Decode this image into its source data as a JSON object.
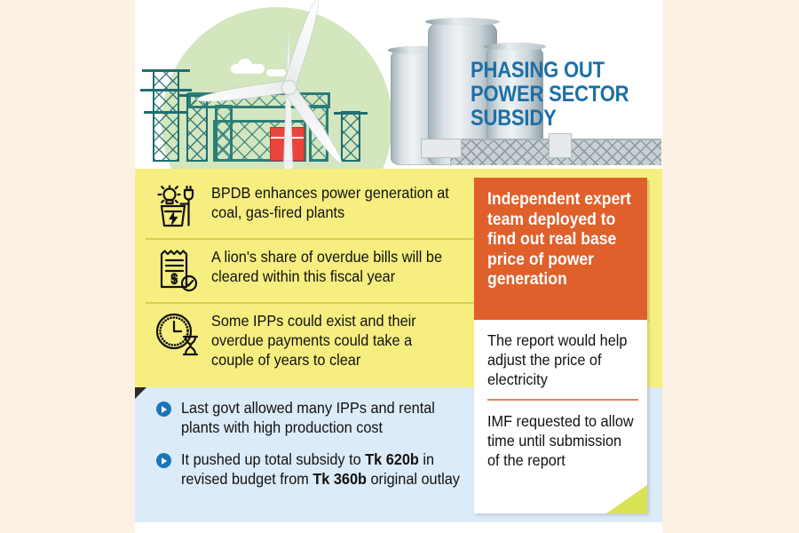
{
  "canvas": {
    "background_color": "#FDF1E4",
    "panel_background": "#ffffff"
  },
  "header": {
    "title": "PHASING OUT POWER SECTOR SUBSIDY",
    "title_color": "#1B6FA8",
    "illustration_name": "power-plant-illustration"
  },
  "yellow_panel": {
    "background_color": "#F7EE80",
    "items": [
      {
        "icon": "lightbulb-plug-icon",
        "text": "BPDB enhances power generation at coal, gas-fired plants"
      },
      {
        "icon": "bill-receipt-check-icon",
        "text": "A lion's share of overdue bills will be cleared within this fiscal year"
      },
      {
        "icon": "clock-hourglass-icon",
        "text": "Some IPPs could exist and their overdue payments could take a couple of years to clear"
      }
    ]
  },
  "blue_panel": {
    "background_color": "#DCEBF8",
    "bullets": [
      {
        "parts": [
          {
            "text": "Last govt allowed many IPPs and rental plants with high production cost",
            "bold": false
          }
        ]
      },
      {
        "parts": [
          {
            "text": "It pushed up total subsidy to ",
            "bold": false
          },
          {
            "text": "Tk 620b",
            "bold": true
          },
          {
            "text": " in revised budget from ",
            "bold": false
          },
          {
            "text": "Tk 360b",
            "bold": true
          },
          {
            "text": " original outlay",
            "bold": false
          }
        ]
      }
    ]
  },
  "highlight_box": {
    "background_color": "#E0602C",
    "text_color": "#ffffff",
    "text": "Independent expert team deployed to find out real base price of power generation"
  },
  "note_card": {
    "background_color": "#ffffff",
    "divider_color": "#E8825C",
    "fold_color": "#D8E255",
    "notes": [
      "The report would help adjust the price of electricity",
      "IMF requested to allow time until submission of the report"
    ]
  }
}
